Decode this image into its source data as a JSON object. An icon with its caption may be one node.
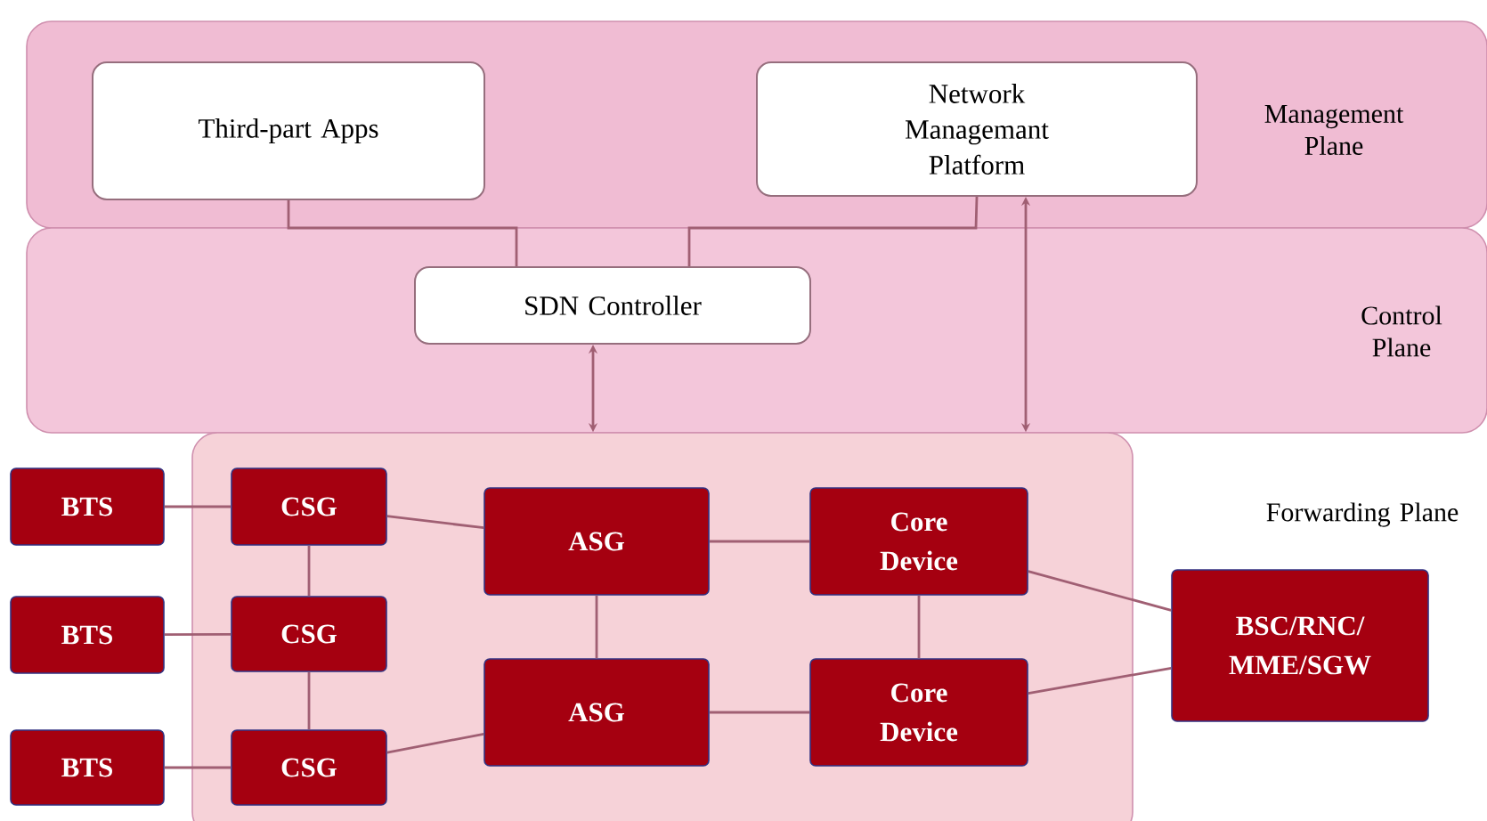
{
  "diagram": {
    "nodes": [
      {
        "text": [
          "Management Plane"
        ]
      },
      {
        "text": [
          "Third-part Apps"
        ],
        "in": 0
      },
      {
        "text": [
          "Network Managemant Platform"
        ],
        "in": 0
      },
      {
        "text": [
          "Control Plane"
        ]
      },
      {
        "text": [
          "SDN Controller"
        ],
        "in": 3
      },
      {
        "text": [],
        "shape": "box"
      },
      {
        "text": [
          "BTS"
        ]
      },
      {
        "text": [
          "BTS"
        ]
      },
      {
        "text": [
          "BTS"
        ]
      },
      {
        "text": [
          "CSG"
        ],
        "in": 5
      },
      {
        "text": [
          "CSG"
        ],
        "in": 5
      },
      {
        "text": [
          "CSG"
        ],
        "in": 5
      },
      {
        "text": [
          "ASG"
        ],
        "in": 5
      },
      {
        "text": [
          "ASG"
        ],
        "in": 5
      },
      {
        "text": [
          "Core Device"
        ],
        "in": 5
      },
      {
        "text": [
          "Core Device"
        ],
        "in": 5
      },
      {
        "text": [
          "BSC/RNC/ MME/SGW"
        ]
      }
    ],
    "edges": [
      {
        "from": 1,
        "to": 4,
        "arrow": "none"
      },
      {
        "from": 2,
        "to": 4,
        "arrow": "none"
      },
      {
        "from": 4,
        "to": 5,
        "arrow": "both"
      },
      {
        "from": 2,
        "to": 5,
        "arrow": "both"
      },
      {
        "from": 6,
        "to": 9,
        "arrow": "none"
      },
      {
        "from": 7,
        "to": 10,
        "arrow": "none"
      },
      {
        "from": 8,
        "to": 11,
        "arrow": "none"
      },
      {
        "from": 9,
        "to": 10,
        "arrow": "none"
      },
      {
        "from": 10,
        "to": 11,
        "arrow": "none"
      },
      {
        "from": 9,
        "to": 12,
        "arrow": "none"
      },
      {
        "from": 11,
        "to": 13,
        "arrow": "none"
      },
      {
        "from": 12,
        "to": 13,
        "arrow": "none"
      },
      {
        "from": 12,
        "to": 14,
        "arrow": "none"
      },
      {
        "from": 13,
        "to": 15,
        "arrow": "none"
      },
      {
        "from": 14,
        "to": 15,
        "arrow": "none"
      },
      {
        "from": 14,
        "to": 16,
        "arrow": "none"
      },
      {
        "from": 15,
        "to": 16,
        "arrow": "none"
      }
    ],
    "labels": [
      "Forwarding Plane"
    ]
  }
}
